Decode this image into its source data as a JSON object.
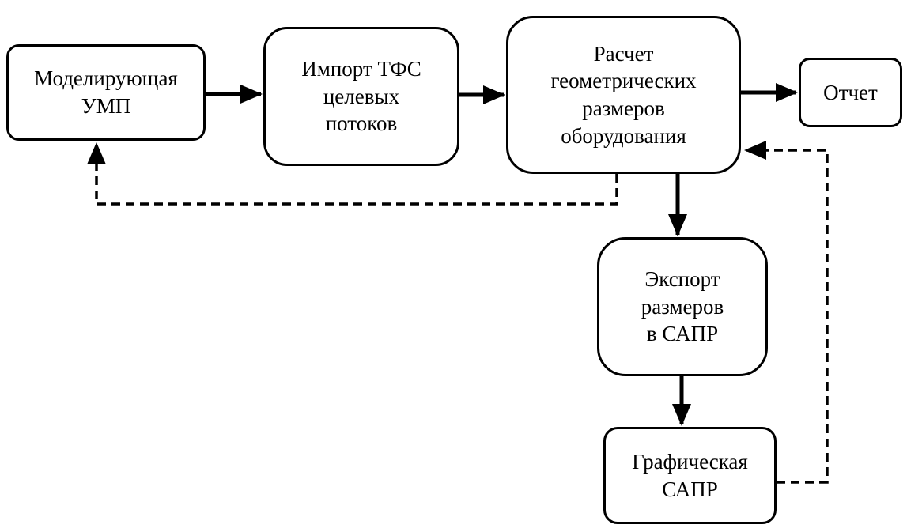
{
  "diagram": {
    "nodes": {
      "modeling": {
        "label": "Моделирующая\nУМП"
      },
      "import": {
        "label": "Импорт ТФС\nцелевых\nпотоков"
      },
      "calc": {
        "label": "Расчет\nгеометрических\nразмеров\nоборудования"
      },
      "report": {
        "label": "Отчет"
      },
      "export": {
        "label": "Экспорт\nразмеров\nв САПР"
      },
      "cad": {
        "label": "Графическая\nСАПР"
      }
    },
    "edges": [
      {
        "from": "modeling",
        "to": "import",
        "style": "solid"
      },
      {
        "from": "import",
        "to": "calc",
        "style": "solid"
      },
      {
        "from": "calc",
        "to": "report",
        "style": "solid"
      },
      {
        "from": "calc",
        "to": "export",
        "style": "solid"
      },
      {
        "from": "export",
        "to": "cad",
        "style": "solid"
      },
      {
        "from": "calc",
        "to": "modeling",
        "style": "dashed"
      },
      {
        "from": "cad",
        "to": "calc",
        "style": "dashed"
      }
    ],
    "colors": {
      "stroke": "#000000",
      "background": "#ffffff"
    }
  }
}
